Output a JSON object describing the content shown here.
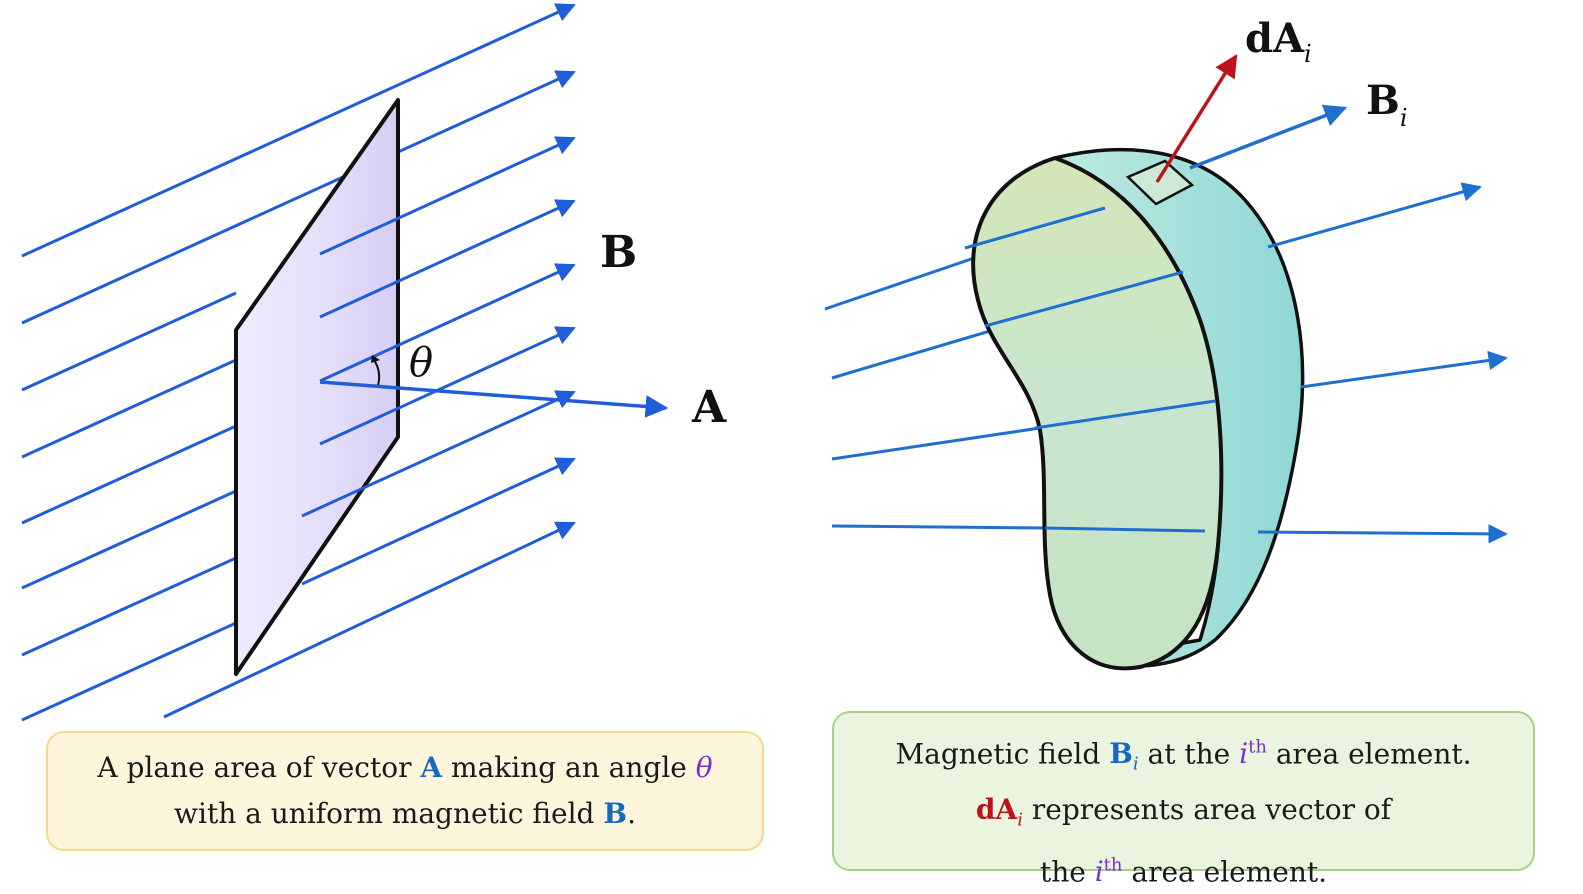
{
  "left_figure": {
    "label_field": "B",
    "label_area": "A",
    "label_angle": "θ",
    "colors": {
      "field": "#1f5ed8",
      "plane": "#e3defa",
      "outline": "#111111"
    }
  },
  "right_figure": {
    "label_area_element": "dA",
    "label_area_element_sub": "i",
    "label_field": "B",
    "label_field_sub": "i",
    "colors": {
      "field": "#1f6fd0",
      "area_vector": "#c0121a",
      "surface": "#cfe8c8"
    }
  },
  "caption_left": {
    "t1": "A plane area of vector",
    "A": "A",
    "t2": "making an angle",
    "theta": "θ",
    "t3": "with a uniform magnetic field",
    "B": "B",
    "t4": "."
  },
  "caption_right": {
    "t1": "Magnetic field",
    "B": "B",
    "B_sub": "i",
    "t2": "at the",
    "i": "i",
    "th": "th",
    "t3": "area element.",
    "dA": "dA",
    "dA_sub": "i",
    "t4": "represents area vector of",
    "t5": "the",
    "i2": "i",
    "th2": "th",
    "t6": "area element."
  }
}
